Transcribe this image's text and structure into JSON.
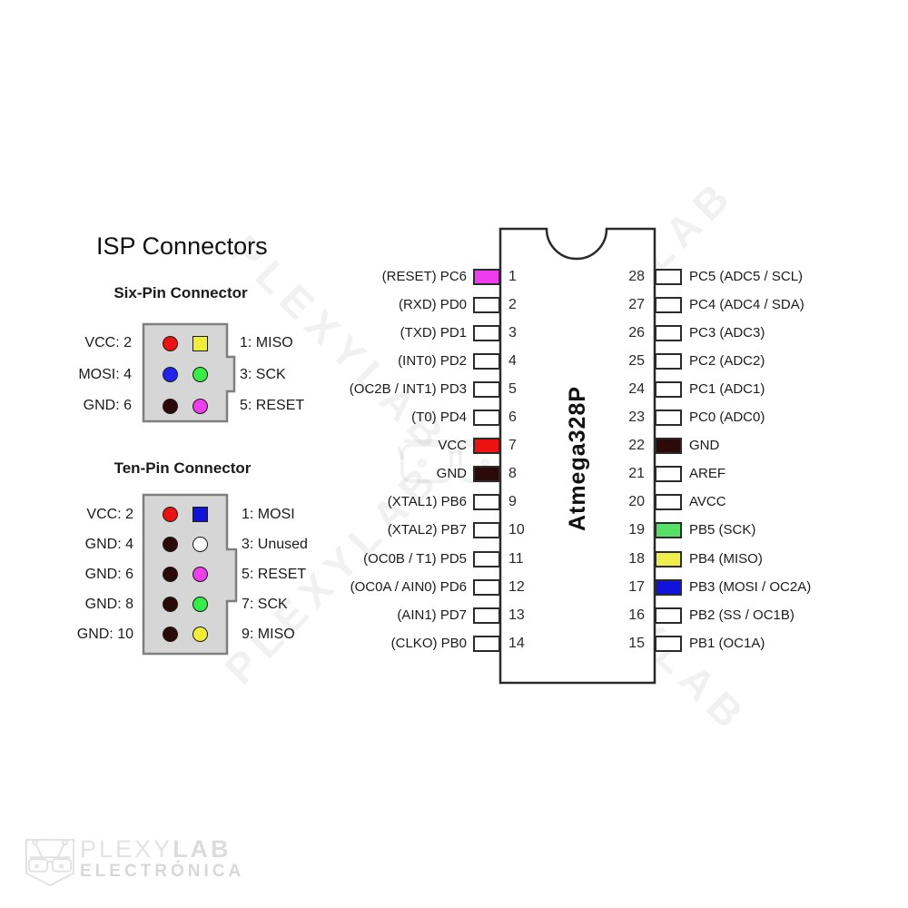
{
  "title": "ISP Connectors",
  "watermark": {
    "text": "PLEXYLAB"
  },
  "six_pin": {
    "title": "Six-Pin Connector",
    "rows": [
      {
        "left_label": "VCC:  2",
        "right_label": "1: MISO",
        "left_pin": {
          "shape": "circle",
          "color": "#ee1111"
        },
        "right_pin": {
          "shape": "square",
          "color": "#f0ee33"
        }
      },
      {
        "left_label": "MOSI: 4",
        "right_label": "3: SCK",
        "left_pin": {
          "shape": "circle",
          "color": "#2222ee"
        },
        "right_pin": {
          "shape": "circle",
          "color": "#33ee44"
        }
      },
      {
        "left_label": "GND: 6",
        "right_label": "5: RESET",
        "left_pin": {
          "shape": "circle",
          "color": "#2d0a0a"
        },
        "right_pin": {
          "shape": "circle",
          "color": "#ee3cee"
        }
      }
    ]
  },
  "ten_pin": {
    "title": "Ten-Pin Connector",
    "rows": [
      {
        "left_label": "VCC:  2",
        "right_label": "1: MOSI",
        "left_pin": {
          "shape": "circle",
          "color": "#ee1111"
        },
        "right_pin": {
          "shape": "square",
          "color": "#1212dd"
        }
      },
      {
        "left_label": "GND: 4",
        "right_label": "3: Unused",
        "left_pin": {
          "shape": "circle",
          "color": "#2d0a0a"
        },
        "right_pin": {
          "shape": "circle",
          "color": "#ffffff"
        }
      },
      {
        "left_label": "GND: 6",
        "right_label": "5: RESET",
        "left_pin": {
          "shape": "circle",
          "color": "#2d0a0a"
        },
        "right_pin": {
          "shape": "circle",
          "color": "#ee3cee"
        }
      },
      {
        "left_label": "GND: 8",
        "right_label": "7: SCK",
        "left_pin": {
          "shape": "circle",
          "color": "#2d0a0a"
        },
        "right_pin": {
          "shape": "circle",
          "color": "#33ee44"
        }
      },
      {
        "left_label": "GND: 10",
        "right_label": "9: MISO",
        "left_pin": {
          "shape": "circle",
          "color": "#2d0a0a"
        },
        "right_pin": {
          "shape": "circle",
          "color": "#f0ee33"
        }
      }
    ]
  },
  "chip": {
    "name": "Atmega328P",
    "left_pins": [
      {
        "num": "1",
        "label": "(RESET) PC6",
        "color": "#ee3cee"
      },
      {
        "num": "2",
        "label": "(RXD) PD0",
        "color": "#ffffff"
      },
      {
        "num": "3",
        "label": "(TXD) PD1",
        "color": "#ffffff"
      },
      {
        "num": "4",
        "label": "(INT0) PD2",
        "color": "#ffffff"
      },
      {
        "num": "5",
        "label": "(OC2B / INT1) PD3",
        "color": "#ffffff"
      },
      {
        "num": "6",
        "label": "(T0) PD4",
        "color": "#ffffff"
      },
      {
        "num": "7",
        "label": "VCC",
        "color": "#ee1111"
      },
      {
        "num": "8",
        "label": "GND",
        "color": "#2d0a0a"
      },
      {
        "num": "9",
        "label": "(XTAL1) PB6",
        "color": "#ffffff"
      },
      {
        "num": "10",
        "label": "(XTAL2) PB7",
        "color": "#ffffff"
      },
      {
        "num": "11",
        "label": "(OC0B / T1) PD5",
        "color": "#ffffff"
      },
      {
        "num": "12",
        "label": "(OC0A / AIN0) PD6",
        "color": "#ffffff"
      },
      {
        "num": "13",
        "label": "(AIN1) PD7",
        "color": "#ffffff"
      },
      {
        "num": "14",
        "label": "(CLKO) PB0",
        "color": "#ffffff"
      }
    ],
    "right_pins": [
      {
        "num": "28",
        "label": "PC5 (ADC5 / SCL)",
        "color": "#ffffff"
      },
      {
        "num": "27",
        "label": "PC4 (ADC4 / SDA)",
        "color": "#ffffff"
      },
      {
        "num": "26",
        "label": "PC3 (ADC3)",
        "color": "#ffffff"
      },
      {
        "num": "25",
        "label": "PC2 (ADC2)",
        "color": "#ffffff"
      },
      {
        "num": "24",
        "label": "PC1 (ADC1)",
        "color": "#ffffff"
      },
      {
        "num": "23",
        "label": "PC0 (ADC0)",
        "color": "#ffffff"
      },
      {
        "num": "22",
        "label": "GND",
        "color": "#2d0a0a"
      },
      {
        "num": "21",
        "label": "AREF",
        "color": "#ffffff"
      },
      {
        "num": "20",
        "label": "AVCC",
        "color": "#ffffff"
      },
      {
        "num": "19",
        "label": "PB5 (SCK)",
        "color": "#55e166"
      },
      {
        "num": "18",
        "label": "PB4 (MISO)",
        "color": "#f0ee4c"
      },
      {
        "num": "17",
        "label": "PB3 (MOSI / OC2A)",
        "color": "#1212dd"
      },
      {
        "num": "16",
        "label": "PB2 (SS / OC1B)",
        "color": "#ffffff"
      },
      {
        "num": "15",
        "label": "PB1 (OC1A)",
        "color": "#ffffff"
      }
    ]
  },
  "logo": {
    "brand_light": "PLEXY",
    "brand_bold": "LAB",
    "subtitle": "ELECTRÓNICA"
  },
  "colors": {
    "connector_fill": "#d6d6d6",
    "connector_stroke": "#7f7f7f",
    "chip_stroke": "#2a2a2a",
    "vcc_red": "#ee1111",
    "gnd_dark": "#2d0a0a",
    "reset_magenta": "#ee3cee",
    "sck_green": "#33ee44",
    "miso_yellow": "#f0ee33",
    "mosi_blue": "#1212dd"
  }
}
